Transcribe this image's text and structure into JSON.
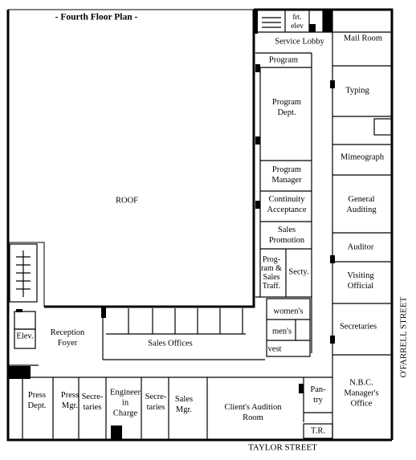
{
  "title": "- Fourth Floor Plan -",
  "streets": {
    "bottom": "TAYLOR STREET",
    "right": "O'FARRELL STREET"
  },
  "rooms": {
    "roof": "ROOF",
    "frt_elev": "frt.\nelev",
    "service_lobby": "Service Lobby",
    "mail_room": "Mail Room",
    "program": "Program",
    "program_dept": "Program\nDept.",
    "typing": "Typing",
    "mimeograph": "Mimeograph",
    "program_manager": "Program\nManager",
    "general_auditing": "General\nAuditing",
    "continuity_acceptance": "Continuity\nAcceptance",
    "sales_promotion": "Sales\nPromotion",
    "auditor": "Auditor",
    "program_sales_traffic": "Prog-\nram &\nSales\nTraff.",
    "secty": "Secty.",
    "visiting_official": "Visiting\nOfficial",
    "womens": "women's",
    "mens": "men's",
    "vest": "vest",
    "secretaries_right": "Secretaries",
    "elev": "Elev.",
    "reception_foyer": "Reception\nFoyer",
    "sales_offices": "Sales Offices",
    "press_dept": "Press\nDept.",
    "press_mgr": "Press\nMgr.",
    "secretaries_1": "Secre-\ntaries",
    "engineer_in_charge": "Engineer\nin\nCharge",
    "secretaries_2": "Secre-\ntaries",
    "sales_mgr": "Sales\nMgr.",
    "clients_audition_room": "Client's Audition\nRoom",
    "pantry": "Pan-\ntry",
    "nbc_managers_office": "N.B.C.\nManager's\nOffice",
    "tr": "T.R."
  }
}
